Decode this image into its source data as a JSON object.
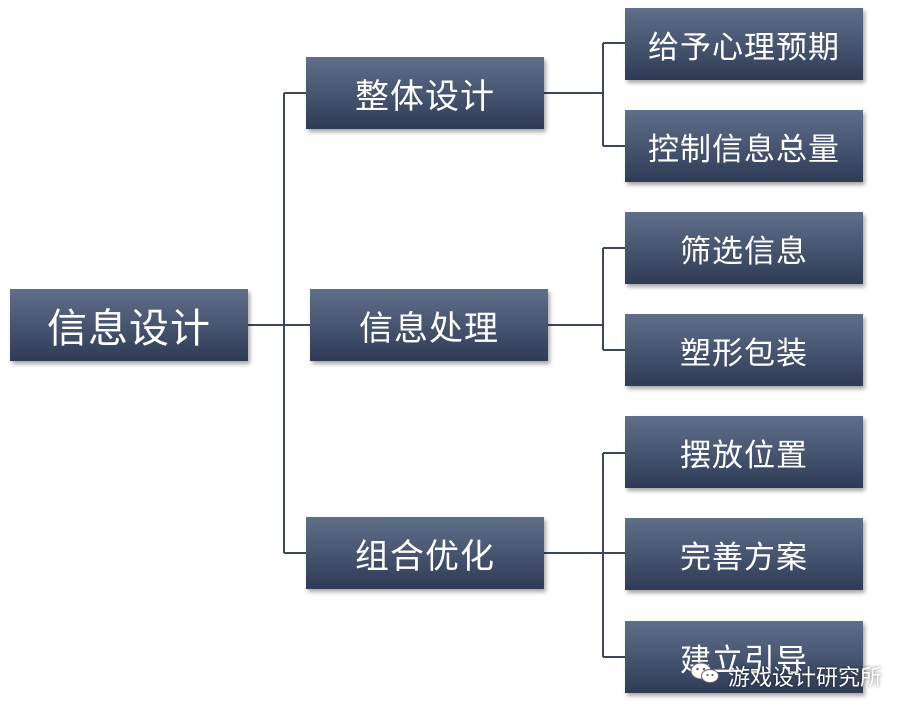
{
  "diagram": {
    "root": "信息设计",
    "branches": [
      {
        "label": "整体设计",
        "children": [
          "给予心理预期",
          "控制信息总量"
        ]
      },
      {
        "label": "信息处理",
        "children": [
          "筛选信息",
          "塑形包装"
        ]
      },
      {
        "label": "组合优化",
        "children": [
          "摆放位置",
          "完善方案",
          "建立引导"
        ]
      }
    ]
  },
  "watermark": {
    "text": "游戏设计研究所",
    "icon": "wechat-icon"
  },
  "colors": {
    "box_top": "#5f6e89",
    "box_bottom": "#2f3b55",
    "line": "#3b4760"
  }
}
